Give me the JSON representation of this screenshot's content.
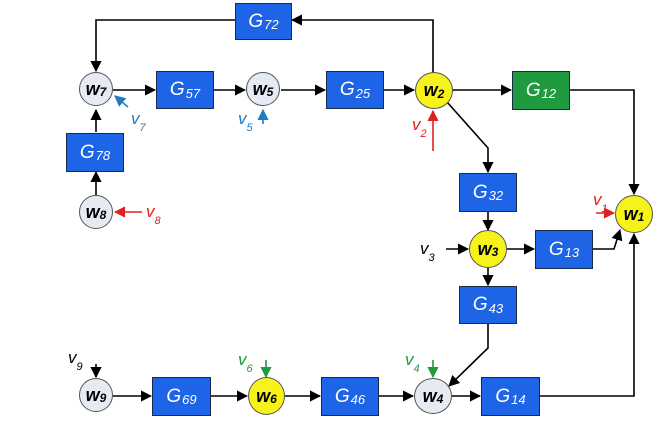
{
  "colors": {
    "box_blue": "#1e64e6",
    "box_green": "#1f9a3f",
    "node_grey": "#e6eaf2",
    "node_yellow": "#f7f21a",
    "input_red": "#e02020",
    "input_blue": "#1a7fc2",
    "input_green": "#1f9a3f",
    "input_black": "#000000"
  },
  "blocks": [
    {
      "id": "G72",
      "base": "G",
      "sub": "72",
      "color": "blue"
    },
    {
      "id": "G57",
      "base": "G",
      "sub": "57",
      "color": "blue"
    },
    {
      "id": "G25",
      "base": "G",
      "sub": "25",
      "color": "blue"
    },
    {
      "id": "G12",
      "base": "G",
      "sub": "12",
      "color": "green"
    },
    {
      "id": "G78",
      "base": "G",
      "sub": "78",
      "color": "blue"
    },
    {
      "id": "G32",
      "base": "G",
      "sub": "32",
      "color": "blue"
    },
    {
      "id": "G13",
      "base": "G",
      "sub": "13",
      "color": "blue"
    },
    {
      "id": "G43",
      "base": "G",
      "sub": "43",
      "color": "blue"
    },
    {
      "id": "G69",
      "base": "G",
      "sub": "69",
      "color": "blue"
    },
    {
      "id": "G46",
      "base": "G",
      "sub": "46",
      "color": "blue"
    },
    {
      "id": "G14",
      "base": "G",
      "sub": "14",
      "color": "blue"
    }
  ],
  "nodes": [
    {
      "id": "w7",
      "base": "w",
      "sub": "7",
      "color": "grey"
    },
    {
      "id": "w5",
      "base": "w",
      "sub": "5",
      "color": "grey"
    },
    {
      "id": "w2",
      "base": "w",
      "sub": "2",
      "color": "yellow"
    },
    {
      "id": "w8",
      "base": "w",
      "sub": "8",
      "color": "grey"
    },
    {
      "id": "w3",
      "base": "w",
      "sub": "3",
      "color": "yellow"
    },
    {
      "id": "w1",
      "base": "w",
      "sub": "1",
      "color": "yellow"
    },
    {
      "id": "w9",
      "base": "w",
      "sub": "9",
      "color": "grey"
    },
    {
      "id": "w6",
      "base": "w",
      "sub": "6",
      "color": "yellow"
    },
    {
      "id": "w4",
      "base": "w",
      "sub": "4",
      "color": "grey"
    }
  ],
  "inputs": [
    {
      "id": "v7",
      "base": "v",
      "sub": "7",
      "color": "blue"
    },
    {
      "id": "v5",
      "base": "v",
      "sub": "5",
      "color": "blue"
    },
    {
      "id": "v2",
      "base": "v",
      "sub": "2",
      "color": "red"
    },
    {
      "id": "v8",
      "base": "v",
      "sub": "8",
      "color": "red"
    },
    {
      "id": "v1",
      "base": "v",
      "sub": "1",
      "color": "red"
    },
    {
      "id": "v3",
      "base": "v",
      "sub": "3",
      "color": "black"
    },
    {
      "id": "v9",
      "base": "v",
      "sub": "9",
      "color": "black"
    },
    {
      "id": "v6",
      "base": "v",
      "sub": "6",
      "color": "green"
    },
    {
      "id": "v4",
      "base": "v",
      "sub": "4",
      "color": "green"
    }
  ]
}
